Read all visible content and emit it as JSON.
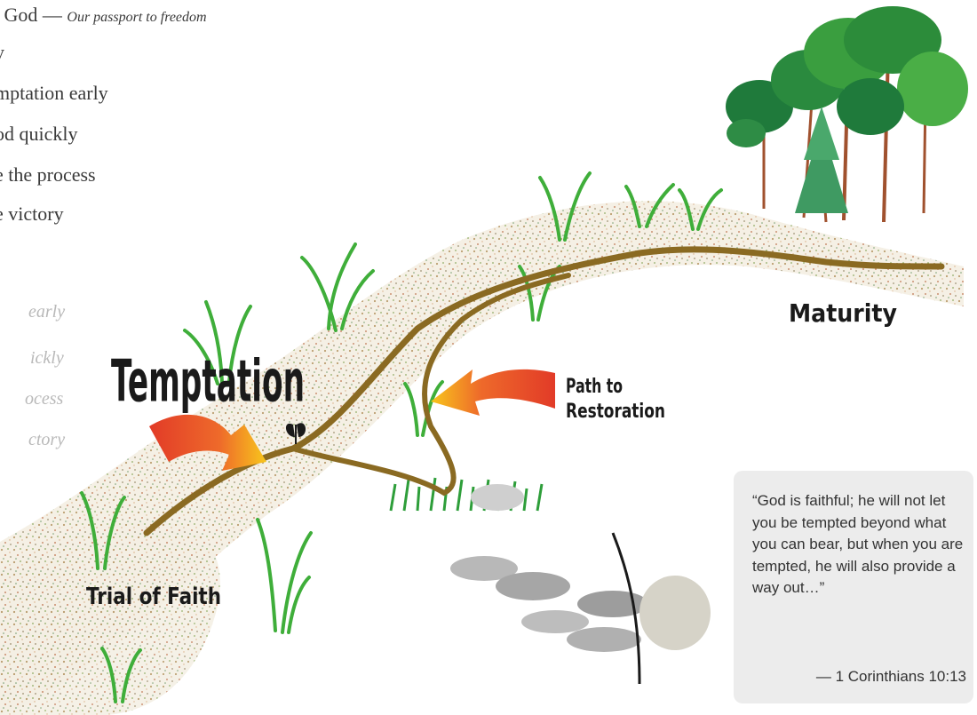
{
  "list": {
    "headline": "g God —",
    "headline_em": "Our passport to freedom",
    "items": [
      "y",
      "mptation early",
      "od quickly",
      "e the process",
      "e victory"
    ]
  },
  "faded_list": [
    "early",
    "ickly",
    "ocess",
    "ctory"
  ],
  "diagram": {
    "labels": {
      "temptation": "Temptation",
      "path_line1": "Path to",
      "path_line2": "Restoration",
      "maturity": "Maturity",
      "trial": "Trial of Faith"
    },
    "colors": {
      "path": "#8a6a22",
      "arrow_outer": "#e0472a",
      "arrow_inner": "#f7b21a",
      "grass": "#3fae3a",
      "tree_dark": "#1f7a3b",
      "tree_trunk": "#a0512e",
      "rock": "#9a9a9a"
    }
  },
  "quote": {
    "text": "“God is faithful; he will not let you be tempted beyond what you can bear, but when you are tempted, he will also provide a way out…”",
    "reference": "— 1 Corinthians 10:13"
  }
}
